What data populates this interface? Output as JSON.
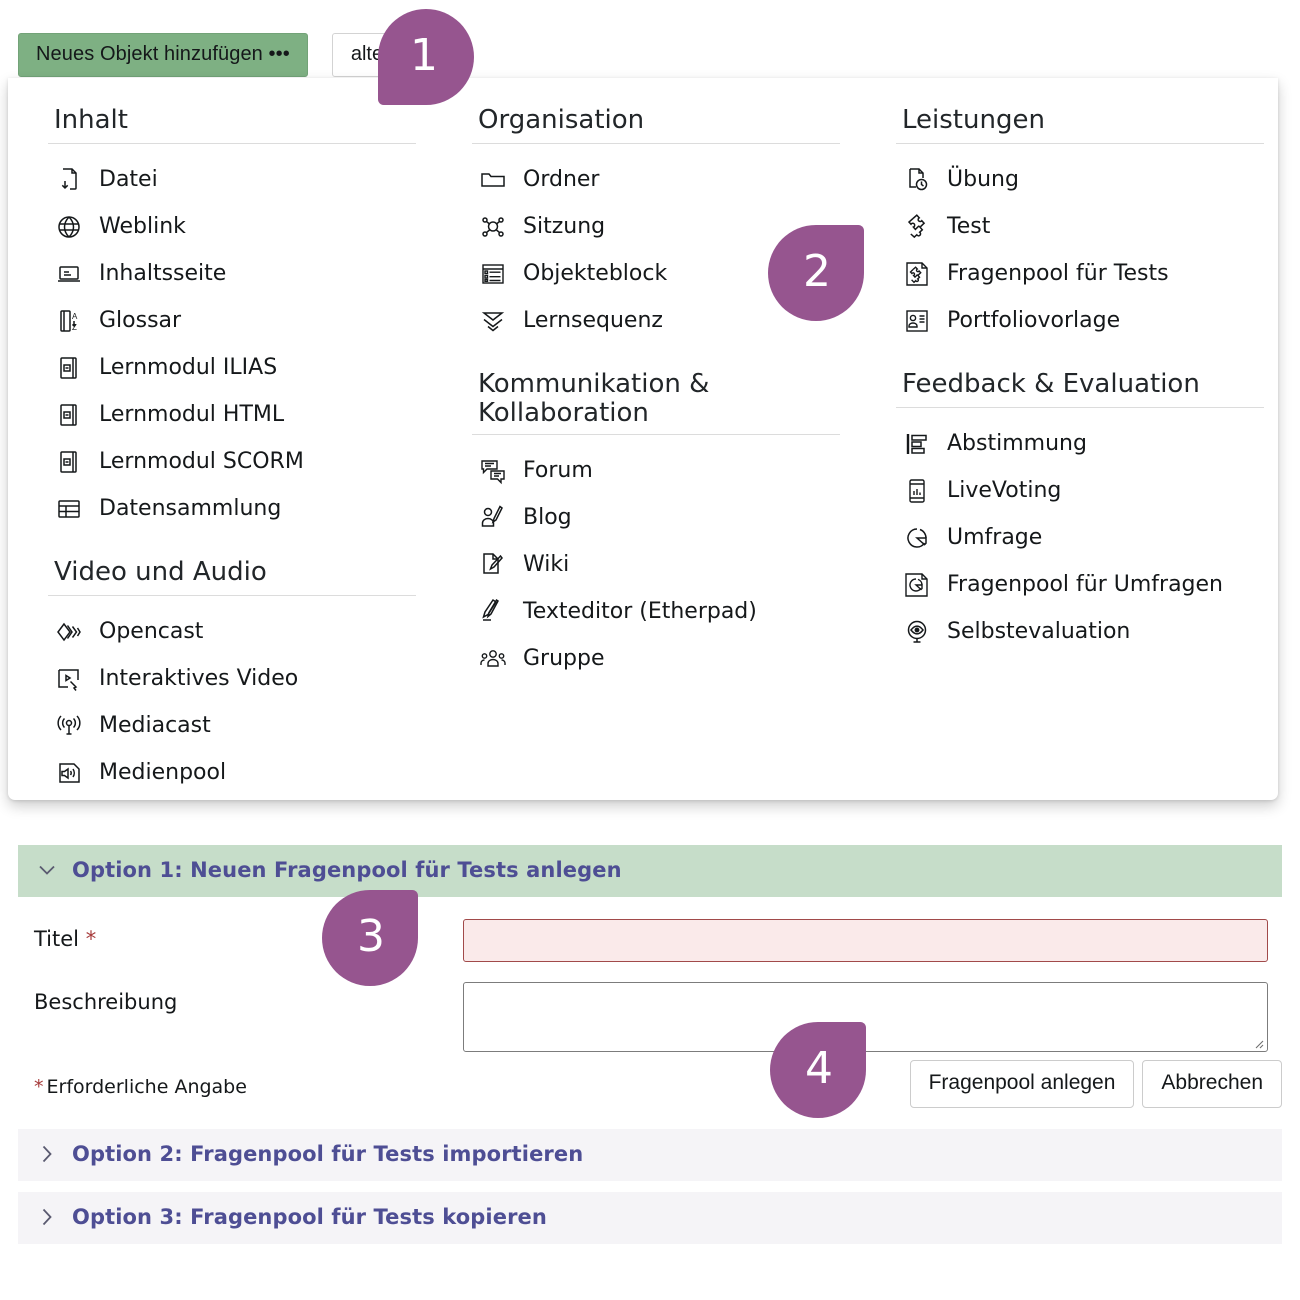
{
  "toolbar": {
    "add_object_button": "Neues Objekt hinzufügen •••",
    "second_button": "alten"
  },
  "dropdown": {
    "groups": [
      {
        "column": 1,
        "title": "Inhalt",
        "items": [
          {
            "label": "Datei",
            "icon": "file-download-icon"
          },
          {
            "label": "Weblink",
            "icon": "globe-link-icon"
          },
          {
            "label": "Inhaltsseite",
            "icon": "content-page-icon"
          },
          {
            "label": "Glossar",
            "icon": "glossary-az-icon"
          },
          {
            "label": "Lernmodul ILIAS",
            "icon": "learning-module-icon"
          },
          {
            "label": "Lernmodul HTML",
            "icon": "learning-module-icon"
          },
          {
            "label": "Lernmodul SCORM",
            "icon": "learning-module-icon"
          },
          {
            "label": "Datensammlung",
            "icon": "data-collection-table-icon"
          }
        ]
      },
      {
        "column": 1,
        "title": "Video und Audio",
        "items": [
          {
            "label": "Opencast",
            "icon": "opencast-diamond-icon"
          },
          {
            "label": "Interaktives Video",
            "icon": "interactive-video-icon"
          },
          {
            "label": "Mediacast",
            "icon": "mediacast-broadcast-icon"
          },
          {
            "label": "Medienpool",
            "icon": "media-pool-speaker-icon"
          }
        ]
      },
      {
        "column": 2,
        "title": "Organisation",
        "items": [
          {
            "label": "Ordner",
            "icon": "folder-icon"
          },
          {
            "label": "Sitzung",
            "icon": "session-nodes-icon"
          },
          {
            "label": "Objekteblock",
            "icon": "object-block-list-icon"
          },
          {
            "label": "Lernsequenz",
            "icon": "learning-sequence-chevron-icon"
          }
        ]
      },
      {
        "column": 2,
        "title": "Kommunikation & Kollaboration",
        "items": [
          {
            "label": "Forum",
            "icon": "forum-speech-bubbles-icon"
          },
          {
            "label": "Blog",
            "icon": "blog-person-pen-icon"
          },
          {
            "label": "Wiki",
            "icon": "wiki-page-pen-icon"
          },
          {
            "label": "Texteditor (Etherpad)",
            "icon": "etherpad-pen-icon"
          },
          {
            "label": "Gruppe",
            "icon": "group-people-icon"
          }
        ]
      },
      {
        "column": 3,
        "title": "Leistungen",
        "items": [
          {
            "label": "Übung",
            "icon": "exercise-clock-icon"
          },
          {
            "label": "Test",
            "icon": "test-puzzle-icon"
          },
          {
            "label": "Fragenpool für Tests",
            "icon": "question-pool-puzzle-icon"
          },
          {
            "label": "Portfoliovorlage",
            "icon": "portfolio-template-icon"
          }
        ]
      },
      {
        "column": 3,
        "title": "Feedback & Evaluation",
        "items": [
          {
            "label": "Abstimmung",
            "icon": "poll-bars-icon"
          },
          {
            "label": "LiveVoting",
            "icon": "livevoting-phone-icon"
          },
          {
            "label": "Umfrage",
            "icon": "survey-pie-icon"
          },
          {
            "label": "Fragenpool für Umfragen",
            "icon": "survey-pool-pie-icon"
          },
          {
            "label": "Selbstevaluation",
            "icon": "self-evaluation-eye-icon"
          }
        ]
      }
    ]
  },
  "callouts": [
    {
      "number": "1",
      "direction": "left"
    },
    {
      "number": "2",
      "direction": "right"
    },
    {
      "number": "3",
      "direction": "right"
    },
    {
      "number": "4",
      "direction": "right"
    }
  ],
  "form": {
    "option1": {
      "header": "Option 1: Neuen Fragenpool für Tests anlegen",
      "chevron": "chevron-down-icon",
      "title_label": "Titel",
      "title_required_mark": "*",
      "title_value": "",
      "description_label": "Beschreibung",
      "description_value": "",
      "required_hint_mark": "*",
      "required_hint": "Erforderliche Angabe",
      "submit_button": "Fragenpool anlegen",
      "cancel_button": "Abbrechen"
    },
    "option2": {
      "header": "Option 2: Fragenpool für Tests importieren",
      "chevron": "chevron-right-icon"
    },
    "option3": {
      "header": "Option 3: Fragenpool für Tests kopieren",
      "chevron": "chevron-right-icon"
    }
  },
  "colors": {
    "callout_purple": "#96558f",
    "button_green": "#7eb083",
    "panel_green": "#c6ddc9",
    "option_text": "#4e4e94",
    "required_red": "#a63a3a",
    "invalid_field_bg": "#faeaea",
    "invalid_field_border": "#a14a4a",
    "closed_panel_bg": "#f5f4f7"
  }
}
